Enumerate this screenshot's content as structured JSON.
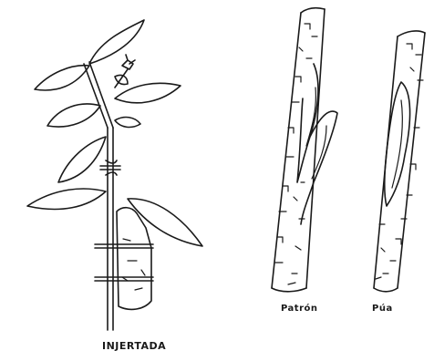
{
  "labels": {
    "patron": "Patrón",
    "pua": "Púa",
    "bottom_caption_cut": "INJERTADA"
  }
}
